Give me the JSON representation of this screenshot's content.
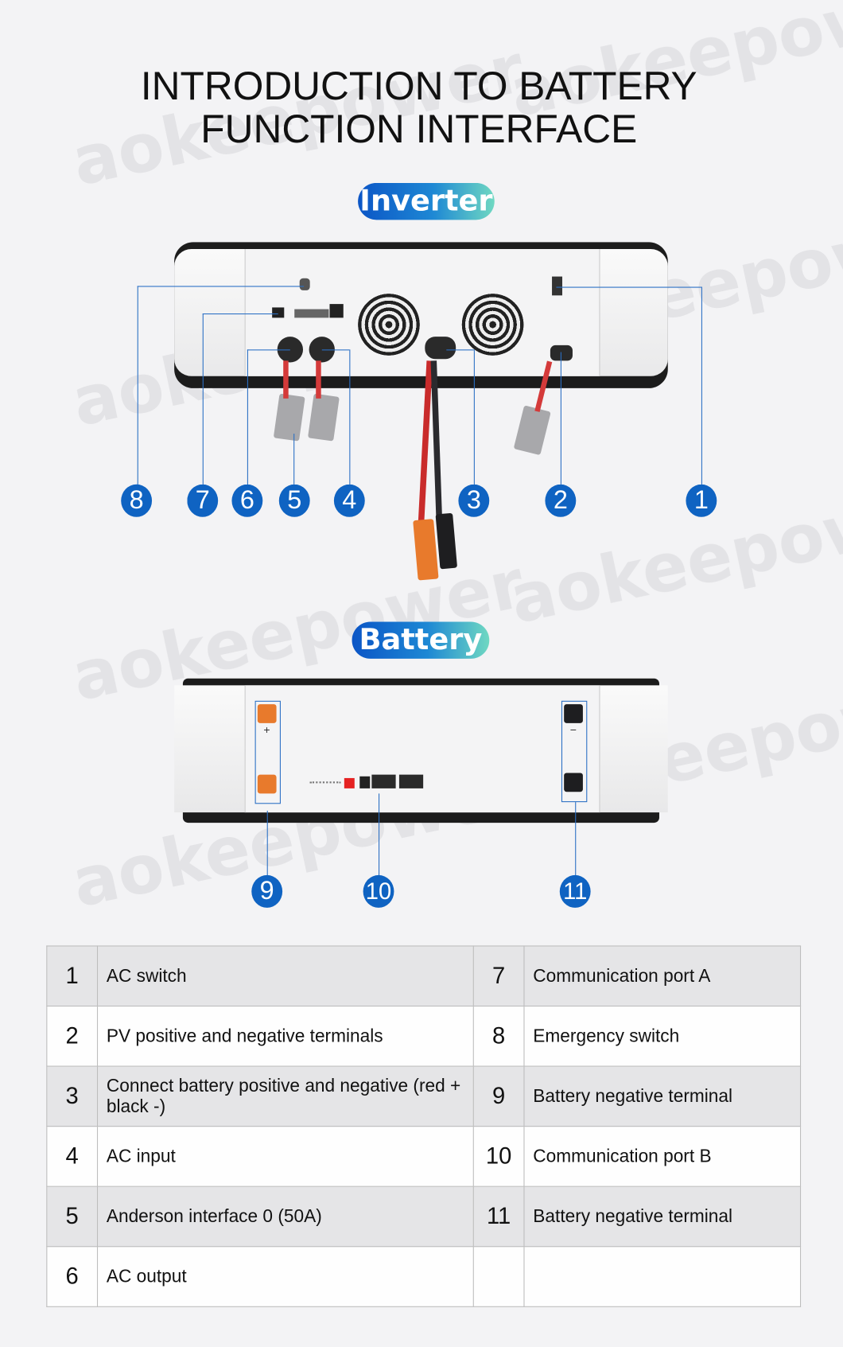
{
  "title": {
    "line1": "INTRODUCTION TO BATTERY",
    "line2": "FUNCTION INTERFACE"
  },
  "watermark": "aokeepower",
  "inverter": {
    "label": "Inverter",
    "callouts": [
      "8",
      "7",
      "6",
      "5",
      "4",
      "3",
      "2",
      "1"
    ]
  },
  "battery": {
    "label": "Battery",
    "callouts": [
      "9",
      "10",
      "11"
    ],
    "terminal_plus": "+",
    "terminal_minus": "−"
  },
  "table": {
    "rows": [
      {
        "n1": "1",
        "d1": "AC switch",
        "n2": "7",
        "d2": "Communication port A"
      },
      {
        "n1": "2",
        "d1": "PV positive and negative terminals",
        "n2": "8",
        "d2": "Emergency switch"
      },
      {
        "n1": "3",
        "d1": "Connect battery positive and negative (red + black -)",
        "n2": "9",
        "d2": "Battery negative terminal"
      },
      {
        "n1": "4",
        "d1": "AC input",
        "n2": "10",
        "d2": "Communication port B"
      },
      {
        "n1": "5",
        "d1": "Anderson interface 0 (50A)",
        "n2": "11",
        "d2": "Battery negative terminal"
      },
      {
        "n1": "6",
        "d1": "AC output",
        "n2": "",
        "d2": ""
      }
    ]
  },
  "colors": {
    "accent": "#0f63c2",
    "pill_start": "#0b55c6",
    "pill_end": "#6fd8c2"
  }
}
